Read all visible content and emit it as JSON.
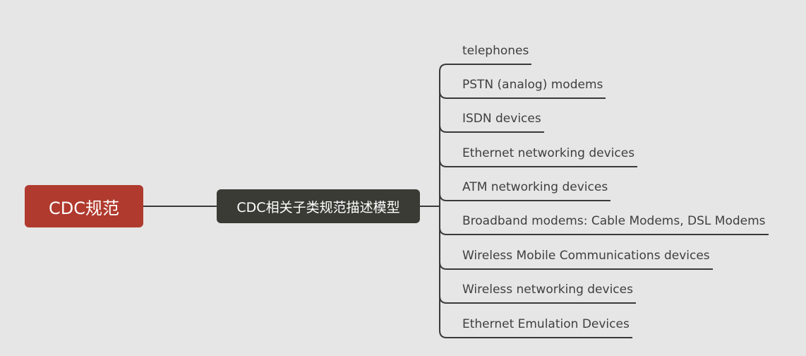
{
  "root": {
    "label": "CDC规范",
    "color": "#b03a2e"
  },
  "main": {
    "label": "CDC相关子类规范描述模型",
    "color": "#3b3b36"
  },
  "line_color": "#3a3a3a",
  "leaves": [
    "telephones",
    "PSTN (analog) modems",
    "ISDN devices",
    "Ethernet networking devices",
    "ATM networking devices",
    "Broadband modems: Cable Modems, DSL Modems",
    "Wireless Mobile Communications devices",
    "Wireless networking devices",
    "Ethernet Emulation Devices"
  ]
}
